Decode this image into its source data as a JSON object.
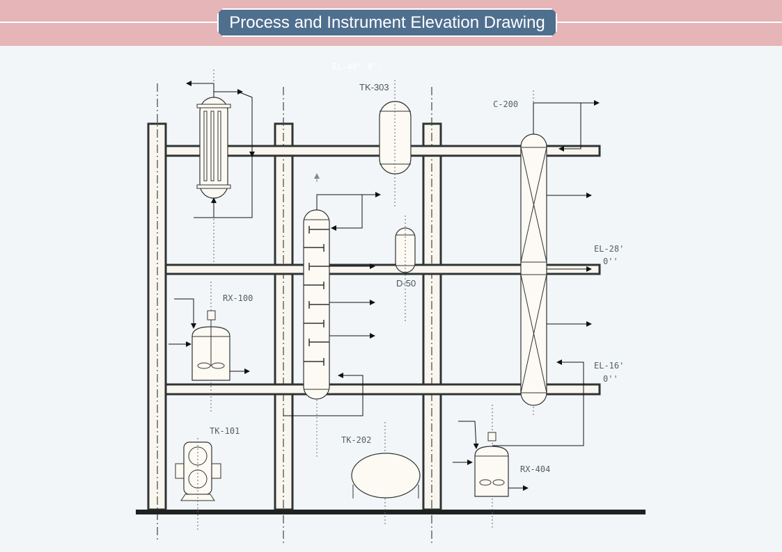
{
  "title": "Process and Instrument Elevation Drawing",
  "labels": {
    "el40": "EL-40' 0''",
    "tk303": "TK-303",
    "c200": "C-200",
    "el28_a": "EL-28'",
    "el28_b": "0''",
    "rx100": "RX-100",
    "d50": "D-50",
    "el16_a": "EL-16'",
    "el16_b": "0''",
    "tk101": "TK-101",
    "tk202": "TK-202",
    "rx404": "RX-404"
  },
  "colors": {
    "banner": "#e6b5b8",
    "title_box": "#4f6f8f",
    "background": "#f2f6f9",
    "line": "#2f3433",
    "vessel_fill": "#fdf9f3"
  }
}
